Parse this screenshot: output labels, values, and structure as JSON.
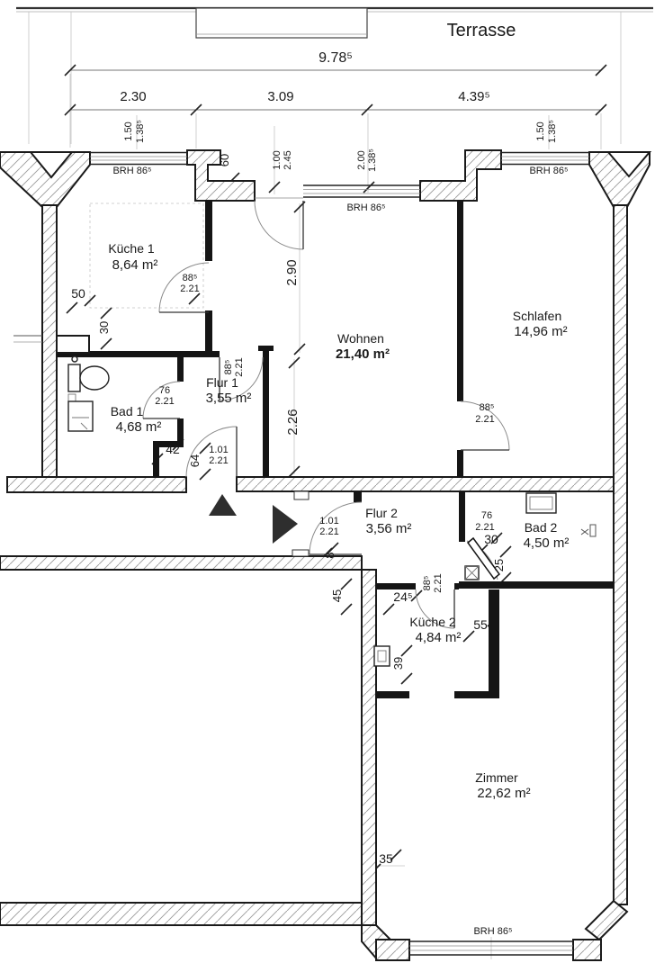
{
  "terrace": {
    "label": "Terrasse"
  },
  "rooms": {
    "kueche1": {
      "name": "Küche 1",
      "area": "8,64 m²"
    },
    "wohnen": {
      "name": "Wohnen",
      "area": "21,40 m²"
    },
    "schlafen": {
      "name": "Schlafen",
      "area": "14,96 m²"
    },
    "flur1": {
      "name": "Flur 1",
      "area": "3,55 m²"
    },
    "bad1": {
      "name": "Bad 1",
      "area": "4,68 m²"
    },
    "flur2": {
      "name": "Flur 2",
      "area": "3,56 m²"
    },
    "bad2": {
      "name": "Bad 2",
      "area": "4,50 m²"
    },
    "kueche2": {
      "name": "Küche 2",
      "area": "4,84 m²"
    },
    "zimmer": {
      "name": "Zimmer",
      "area": "22,62 m²"
    }
  },
  "dims": {
    "total_width": "9.78⁵",
    "seg1": "2.30",
    "seg2": "3.09",
    "seg3": "4.39⁵",
    "win_w": "1.50",
    "win_h": "1.38⁵",
    "pier": "60",
    "door_terr_w": "1.00",
    "door_terr_h": "2.45",
    "win_terr_w": "2.00",
    "win_terr_h": "1.38⁵",
    "wohnen_h": "2.90",
    "flur1_h": "2.26",
    "d50": "50",
    "d30": "30",
    "d42": "42",
    "d64": "64",
    "d8": "8",
    "d45": "45",
    "d245": "24⁵",
    "d55": "55",
    "d39": "39",
    "d30b": "30",
    "d25": "25",
    "d35": "35"
  },
  "doors": {
    "w": "88⁵",
    "h": "2.21",
    "bad_w": "76",
    "entry_w": "1.01"
  },
  "brh": "BRH 86⁵",
  "colors": {
    "ink": "#1a1a1a",
    "hatch": "#9a9a9a",
    "paper": "#ffffff",
    "triangle": "#2e2e2e"
  }
}
